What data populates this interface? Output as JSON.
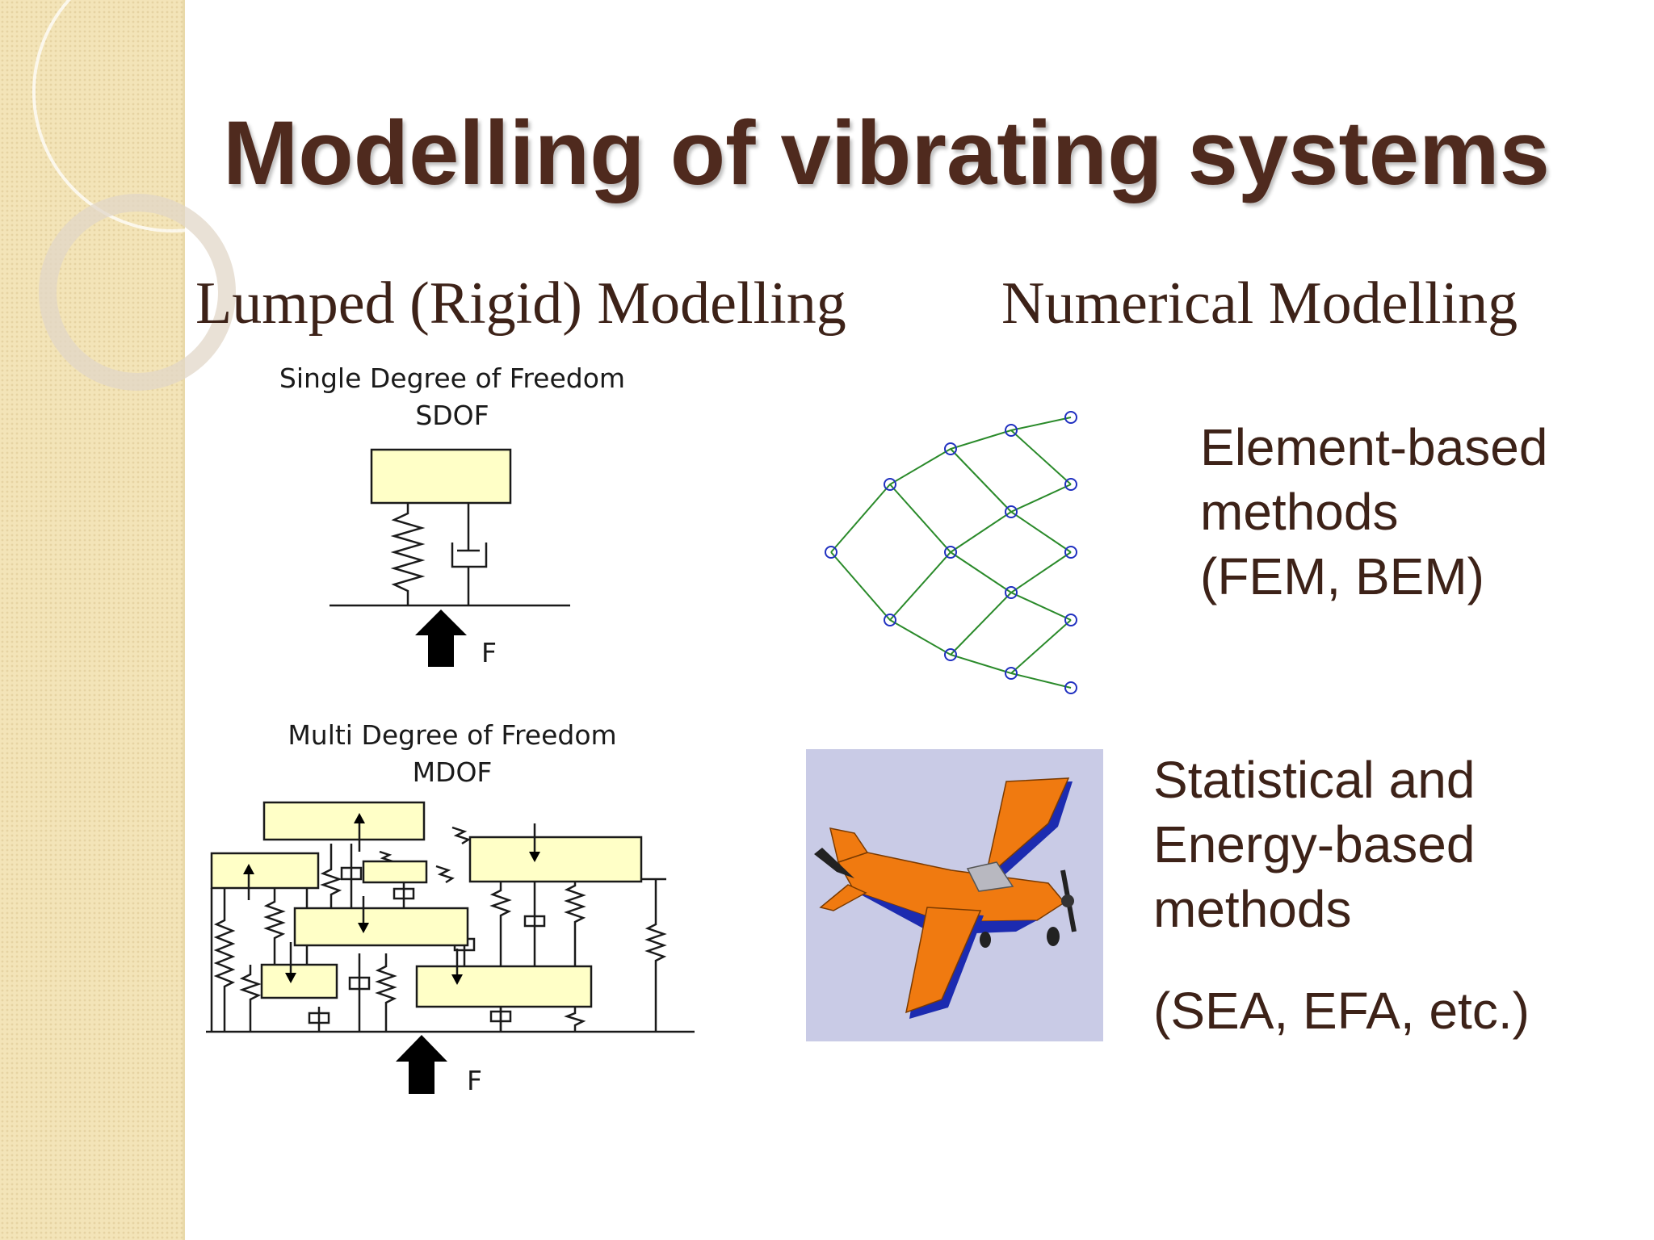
{
  "slide": {
    "title": "Modelling of vibrating systems",
    "left_heading": "Lumped (Rigid) Modelling",
    "right_heading": "Numerical Modelling"
  },
  "sdof": {
    "caption_line1": "Single Degree of Freedom",
    "caption_line2": "SDOF",
    "force_label": "F"
  },
  "mdof": {
    "caption_line1": "Multi Degree of Freedom",
    "caption_line2": "MDOF",
    "force_label": "F"
  },
  "element_methods": {
    "lines": [
      "Element-based",
      "methods",
      "(FEM, BEM)"
    ]
  },
  "statistical_methods": {
    "lines": [
      "Statistical and",
      "Energy-based",
      "methods"
    ],
    "examples": "(SEA, EFA, etc.)"
  },
  "colors": {
    "title": "#4f2a1e",
    "text": "#3d2218",
    "side_band": "#f3e4b8",
    "mass_fill": "#ffffc7",
    "mesh_edge": "#2a8a2a",
    "mesh_node": "#2030c0",
    "airplane": "#f07a10",
    "airplane_background": "#c9cbe6"
  }
}
